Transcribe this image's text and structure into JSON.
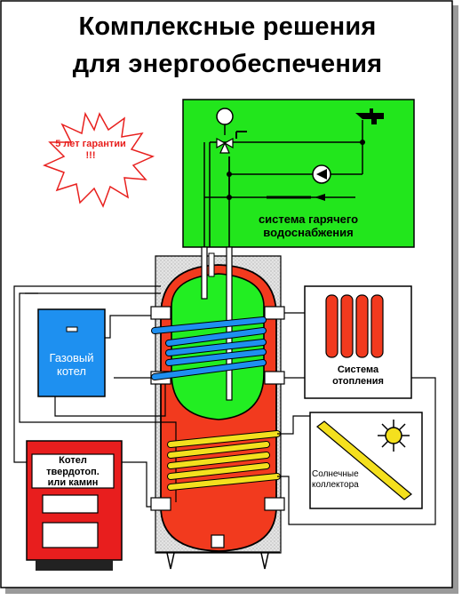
{
  "title": {
    "line1": "Комплексные решения",
    "line2": "для энергообеспечения"
  },
  "badge": {
    "line1": "5 лет гарантии",
    "line2": "!!!"
  },
  "hot_water": {
    "line1": "система гарячего",
    "line2": "водоснабжения"
  },
  "gas_boiler": {
    "line1": "Газовый",
    "line2": "котел"
  },
  "solid_fuel_boiler": {
    "line1": "Котел",
    "line2": "твердотоп.",
    "line3": "или камин"
  },
  "heating": {
    "line1": "Система",
    "line2": "отопления"
  },
  "solar": {
    "line1": "Солнечные",
    "line2": "коллектора"
  },
  "colors": {
    "tank_red": "#f23a1e",
    "potable_green": "#22ee22",
    "hot_water_green": "#22e61c",
    "heat_coil_blue": "#1e8ff0",
    "solar_coil_yellow": "#f4e01e",
    "gas_boiler_blue": "#1e90f0",
    "solid_boiler_red": "#e81e1e",
    "insulation_gray": "#e2e2e2"
  }
}
